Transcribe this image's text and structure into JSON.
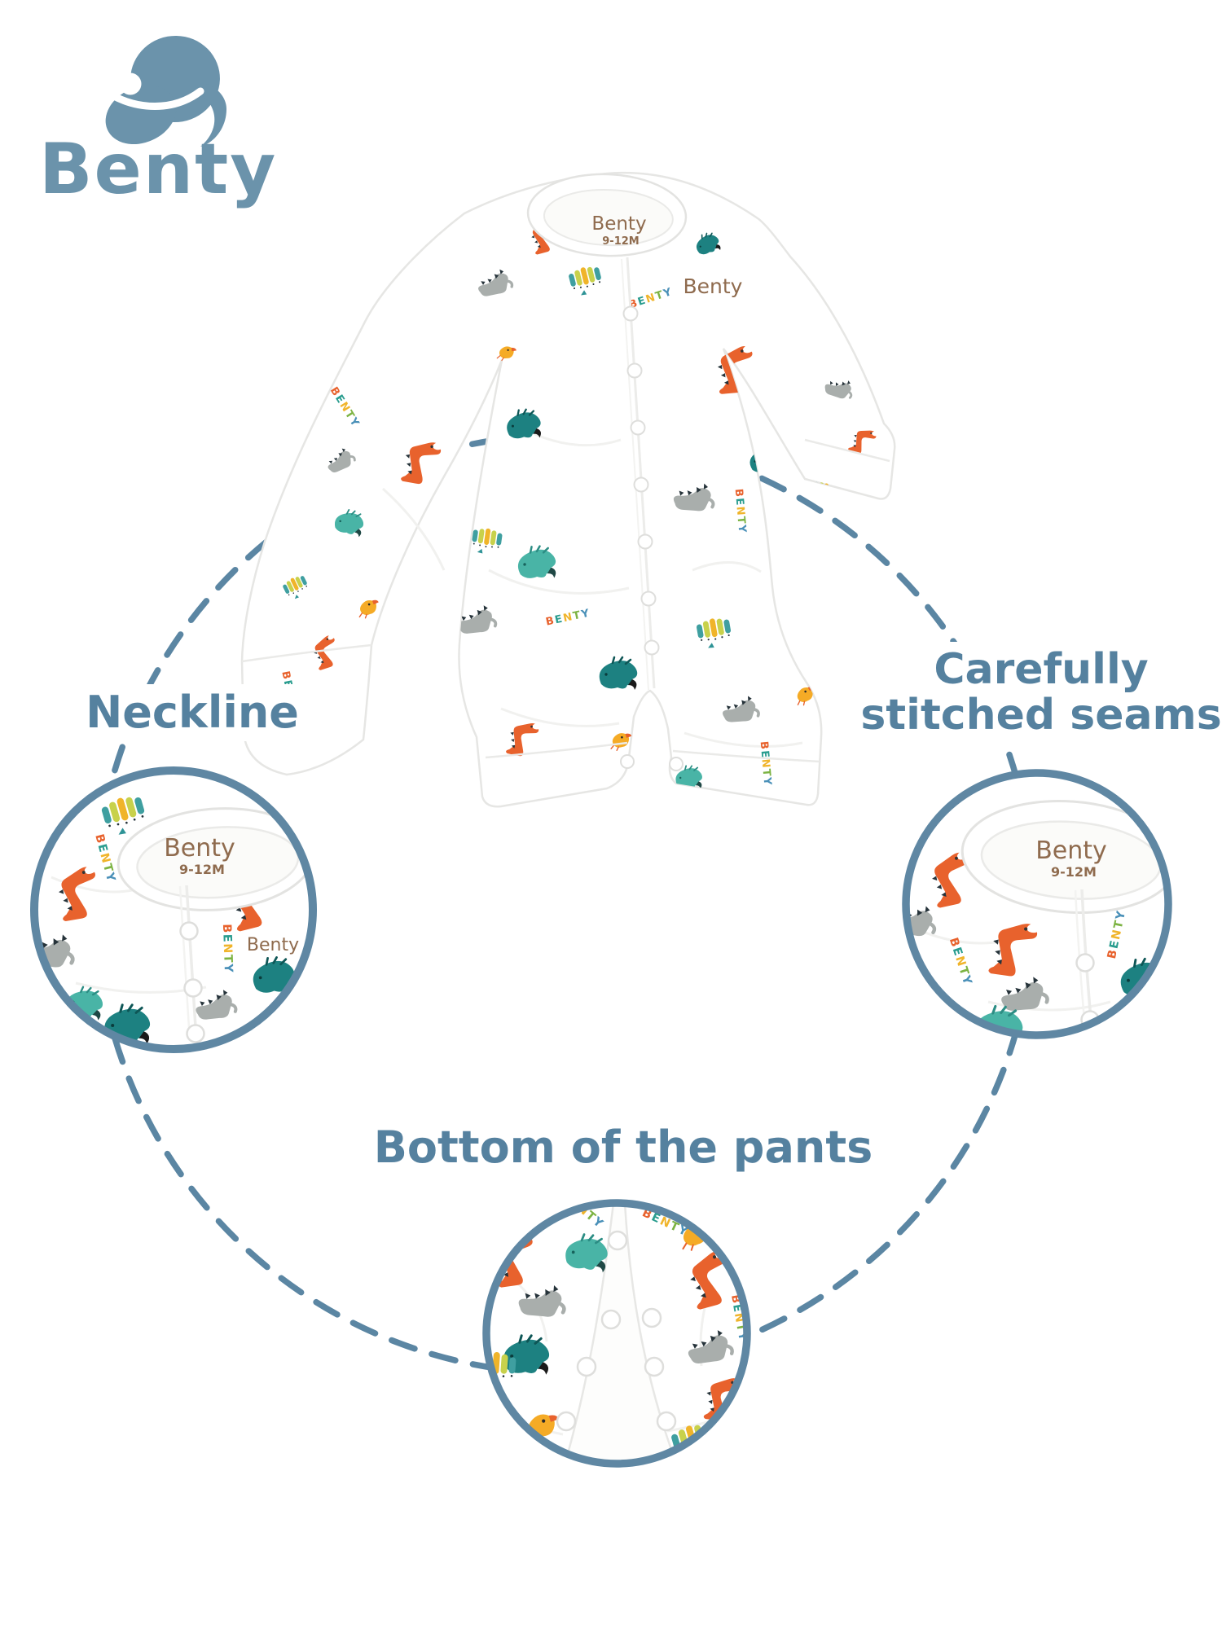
{
  "brand": {
    "logo_text": "Benty",
    "logo_color": "#6b93ab"
  },
  "garment": {
    "collar_label_line1": "Benty",
    "collar_label_line2": "9-12M",
    "chest_label": "Benty",
    "print_word": "BENTY",
    "print_letter_colors": [
      "#e8622d",
      "#2a9d8f",
      "#f0b42a",
      "#7cb342",
      "#4a90b8"
    ],
    "print_motifs": [
      "orange-dinosaur",
      "gray-dinosaur",
      "teal-hedgehog-dinosaur",
      "aqua-hedgehog-dinosaur",
      "caterpillar-dinosaur",
      "yellow-dinosaur",
      "benty-lettering"
    ]
  },
  "callouts": {
    "neckline": {
      "label": "Neckline"
    },
    "seams": {
      "label_line1": "Carefully",
      "label_line2": "stitched seams"
    },
    "pants": {
      "label": "Bottom of the pants"
    }
  },
  "colors": {
    "heading_blue": "#55819f",
    "dashed_circle": "#5b86a3",
    "detail_ring": "#5f87a3",
    "collar_text_brown": "#8f6b4e",
    "motif_orange": "#e8622d",
    "motif_teal_dark": "#1d8181",
    "motif_aqua": "#49b4a6",
    "motif_gray": "#a9aeac",
    "motif_yellow": "#f5ab26",
    "motif_leaf_green": "#c8d14b"
  }
}
